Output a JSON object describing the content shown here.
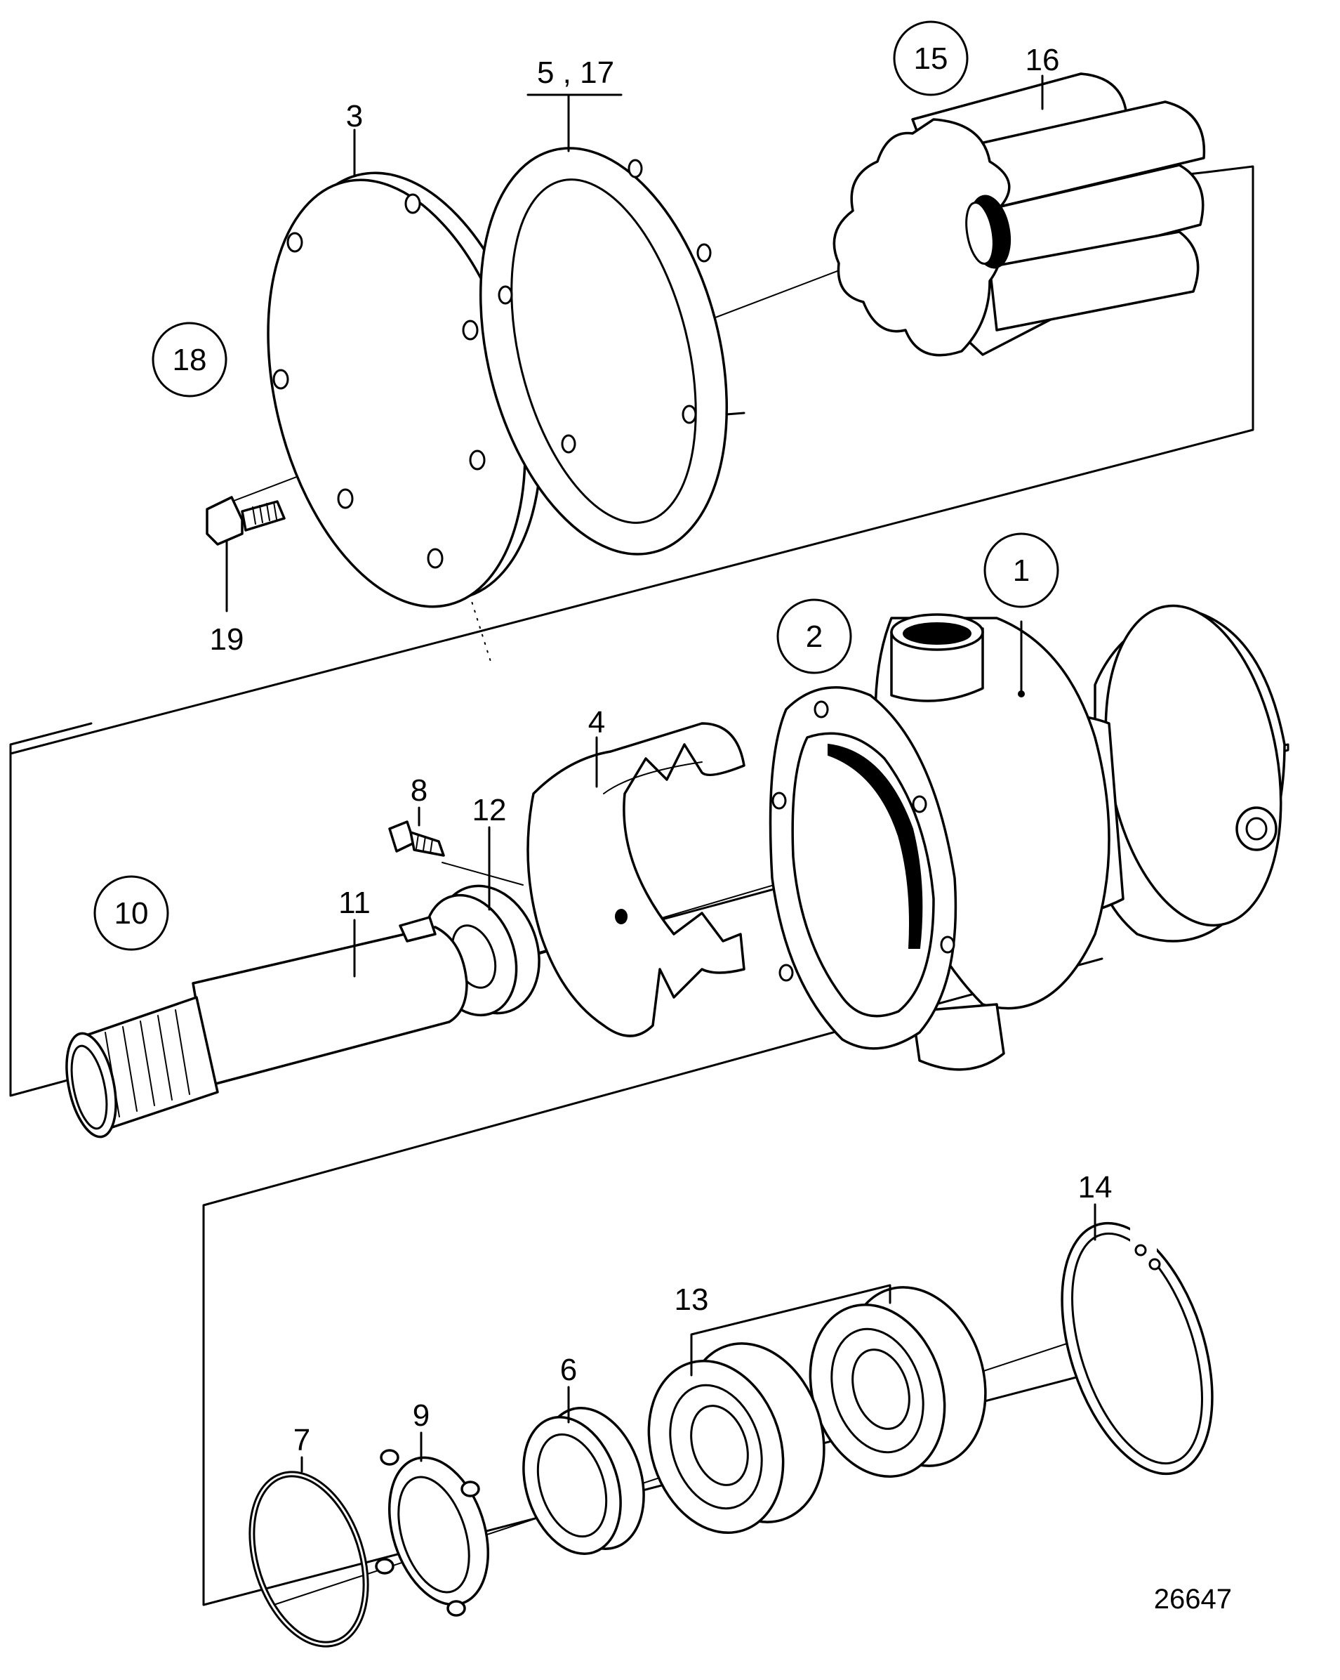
{
  "drawing": {
    "reference_number": "26647",
    "callouts": {
      "c1": "1",
      "c2": "2",
      "c3": "3",
      "c4": "4",
      "c5_17": "5 , 17",
      "c6": "6",
      "c7": "7",
      "c8": "8",
      "c9": "9",
      "c10": "10",
      "c11": "11",
      "c12": "12",
      "c13": "13",
      "c14": "14",
      "c15": "15",
      "c16": "16",
      "c18": "18",
      "c19": "19"
    }
  }
}
